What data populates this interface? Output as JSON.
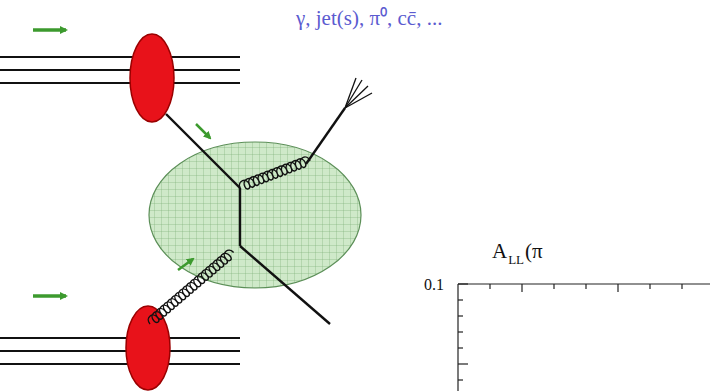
{
  "diagram": {
    "labels": [
      "γ, jet(s), π⁰, cc̄, ...",
      "A",
      "LL",
      "(π",
      "0.1"
    ]
  }
}
